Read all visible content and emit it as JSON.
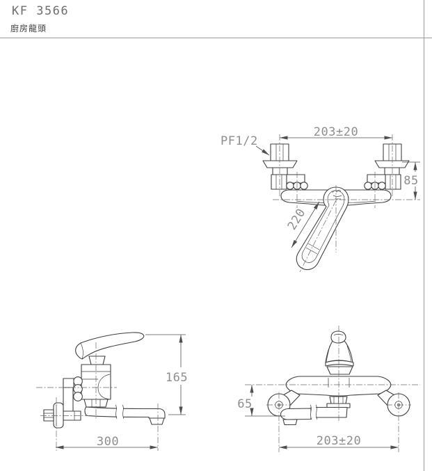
{
  "header": {
    "model": "KF 3566",
    "product_name": "廚房龍頭"
  },
  "views": {
    "top": {
      "thread_label": "PF1/2",
      "dim_center_distance": "203±20",
      "dim_inlet_height": "85",
      "dim_spout_reach": "220"
    },
    "side": {
      "dim_height": "165",
      "dim_length": "300"
    },
    "front": {
      "dim_outlet_drop": "65",
      "dim_center_distance": "203±20"
    }
  },
  "colors": {
    "line": "#3f3f3f",
    "dim_line": "#4f4f4f",
    "dim_text": "#8e8e8e",
    "centerline": "#686868",
    "border": "#9a9a9a",
    "title_text": "#6e6e6e",
    "subtitle_text": "#3c3c3c"
  }
}
